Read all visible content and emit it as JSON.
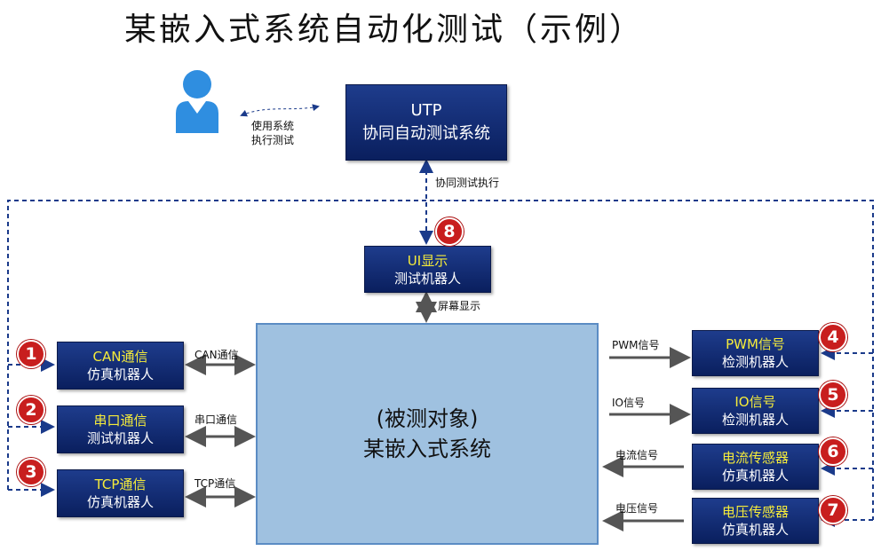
{
  "title": "某嵌入式系统自动化测试（示例）",
  "user": {
    "note_line1": "使用系统",
    "note_line2": "执行测试"
  },
  "utp": {
    "line1": "UTP",
    "line2": "协同自动测试系统"
  },
  "ui_robot": {
    "line1": "UI显示",
    "line2": "测试机器人",
    "badge": "8"
  },
  "link_labels": {
    "coop": "协同测试执行",
    "screen": "屏幕显示"
  },
  "dut": {
    "line1": "(被测对象)",
    "line2": "某嵌入式系统"
  },
  "left_robots": [
    {
      "badge": "1",
      "line1": "CAN通信",
      "line2": "仿真机器人",
      "link": "CAN通信"
    },
    {
      "badge": "2",
      "line1": "串口通信",
      "line2": "测试机器人",
      "link": "串口通信"
    },
    {
      "badge": "3",
      "line1": "TCP通信",
      "line2": "仿真机器人",
      "link": "TCP通信"
    }
  ],
  "right_robots": [
    {
      "badge": "4",
      "line1": "PWM信号",
      "line2": "检测机器人",
      "link": "PWM信号"
    },
    {
      "badge": "5",
      "line1": "IO信号",
      "line2": "检测机器人",
      "link": "IO信号"
    },
    {
      "badge": "6",
      "line1": "电流传感器",
      "line2": "仿真机器人",
      "link": "电流信号"
    },
    {
      "badge": "7",
      "line1": "电压传感器",
      "line2": "仿真机器人",
      "link": "电压信号"
    }
  ],
  "colors": {
    "box_fill": "#0f2a78",
    "highlight_text": "#f6ec3a",
    "dut_fill": "#9fc1e0",
    "badge": "#c81e1e",
    "arrow": "#555555",
    "dashed": "#1a3a8a"
  }
}
